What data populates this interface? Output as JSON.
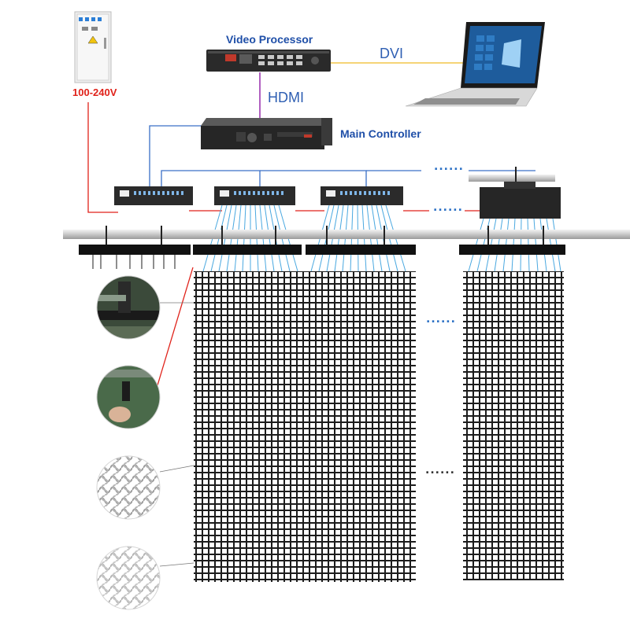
{
  "labels": {
    "power": "100-240V",
    "video_processor": "Video Processor",
    "dvi": "DVI",
    "hdmi": "HDMI",
    "main_controller": "Main Controller",
    "ellipsis": "......"
  },
  "colors": {
    "power_line": "#e0221a",
    "dvi_line": "#f2c64a",
    "hdmi_line": "#b060c0",
    "network_line": "#3a6fc6",
    "led_cable": "#4aa8e0",
    "mesh": "#1c1c1c",
    "label_blue": "#1f4fa8"
  },
  "icons": {
    "power_cabinet": "electrical-cabinet-icon",
    "processor": "video-processor-icon",
    "controller": "rack-controller-icon",
    "laptop": "laptop-icon",
    "receiver_box": "receiver-box-icon"
  }
}
